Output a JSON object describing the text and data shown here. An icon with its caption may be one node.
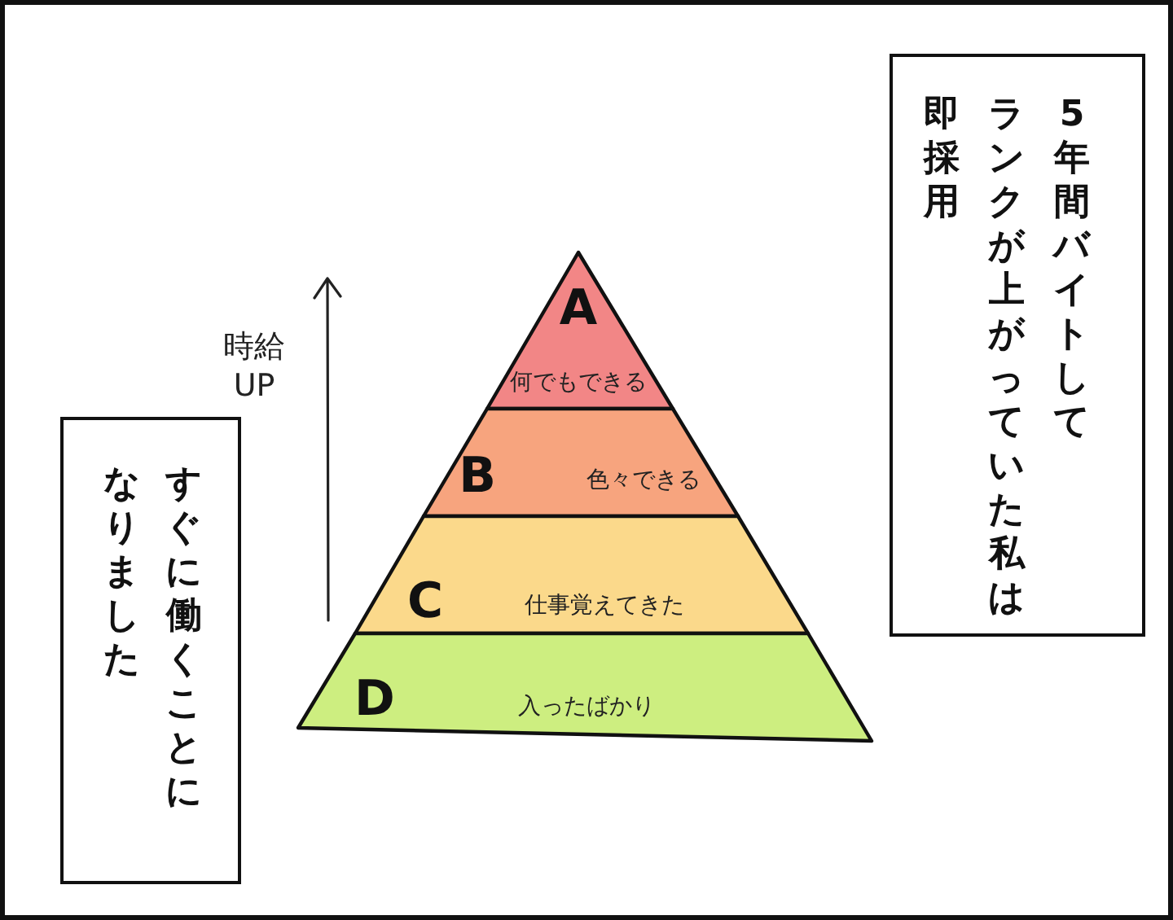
{
  "diagram": {
    "nodes": [
      {
        "text": [
          "5年間バイトしてランクが上がっていた私は即採用"
        ]
      },
      {
        "text": [
          "A",
          "何でもできる"
        ]
      },
      {
        "text": [
          "B",
          "色々できる"
        ]
      },
      {
        "text": [
          "C",
          "仕事覚えてきた"
        ]
      },
      {
        "text": [
          "D",
          "入ったばかり"
        ]
      },
      {
        "text": [
          "すぐに働くことになりました"
        ]
      }
    ],
    "labels": [
      "時給UP"
    ]
  }
}
